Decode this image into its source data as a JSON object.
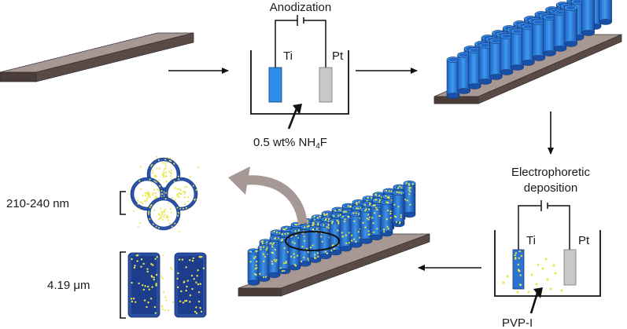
{
  "step1": {
    "title": "Anodization",
    "anode": "Ti",
    "cathode": "Pt",
    "electrolyte_main": "0.5 wt% NH",
    "electrolyte_sub": "4",
    "electrolyte_end": "F"
  },
  "step2": {
    "title_line1": "Electrophoretic",
    "title_line2": "deposition",
    "anode": "Ti",
    "cathode": "Pt",
    "electrolyte": "PVP-I"
  },
  "dimensions": {
    "diameter": "210-240 nm",
    "length": "4.19 μm"
  },
  "colors": {
    "substrate": "#8a7a73",
    "tube_blue": "#2f7fd6",
    "tube_dark": "#1d3f8f",
    "particle": "#e8e84a",
    "ti_electrode": "#2e8ee8",
    "pt_electrode": "#c8c8c8",
    "curved_arrow": "#a69894"
  }
}
